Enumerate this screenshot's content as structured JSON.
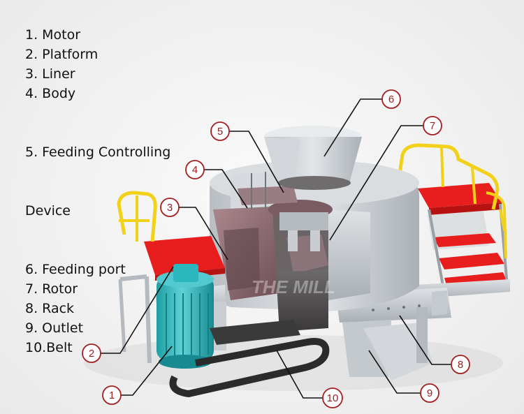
{
  "legend": {
    "items": [
      {
        "label": "1. Motor"
      },
      {
        "label": "2. Platform"
      },
      {
        "label": "3. Liner"
      },
      {
        "label": "4. Body"
      },
      {
        "label": "5. Feeding Controlling",
        "continuation": "Device"
      },
      {
        "label": "6. Feeding port"
      },
      {
        "label": "7. Rotor"
      },
      {
        "label": "8. Rack"
      },
      {
        "label": "9. Outlet"
      },
      {
        "label": "10.Belt"
      }
    ]
  },
  "callouts": [
    {
      "number": "1"
    },
    {
      "number": "2"
    },
    {
      "number": "3"
    },
    {
      "number": "4"
    },
    {
      "number": "5"
    },
    {
      "number": "6"
    },
    {
      "number": "7"
    },
    {
      "number": "8"
    },
    {
      "number": "9"
    },
    {
      "number": "10"
    }
  ],
  "watermark": {
    "text": "THE MILL"
  },
  "colors": {
    "platform_red": "#e81d1d",
    "railing_yellow": "#f2d11b",
    "motor_teal": "#2ab7bd",
    "steel": "#c9ced3",
    "liner_mauve": "#8f6c73",
    "callout_red": "#a61f1f",
    "belt": "#2b2b2b"
  }
}
